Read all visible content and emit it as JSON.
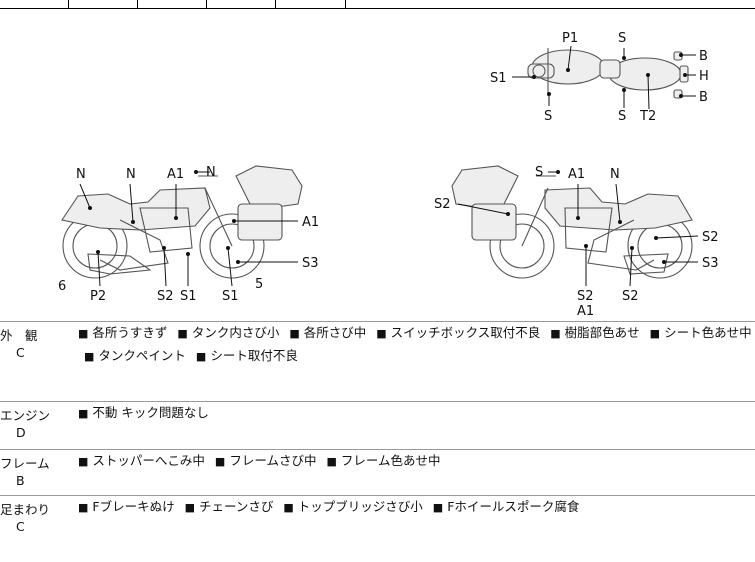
{
  "diagram": {
    "top_view": {
      "labels": [
        "P1",
        "S",
        "S1",
        "S",
        "S",
        "T2",
        "B",
        "H",
        "B"
      ]
    },
    "left_view": {
      "labels": [
        "N",
        "N",
        "A1",
        "N",
        "A1",
        "S3",
        "6",
        "P2",
        "S2",
        "S1",
        "S1",
        "5"
      ]
    },
    "right_view": {
      "labels": [
        "S",
        "A1",
        "N",
        "S2",
        "S2",
        "S3",
        "S2",
        "A1",
        "S2"
      ]
    }
  },
  "sections": [
    {
      "name": "外　観",
      "grade": "C",
      "items": [
        "各所うすきず",
        "タンク内さび小",
        "各所さび中",
        "スイッチボックス取付不良",
        "樹脂部色あせ",
        "シート色あせ中",
        "タンクペイント",
        "シート取付不良"
      ]
    },
    {
      "name": "エンジン",
      "grade": "D",
      "items": [
        "不動 キック問題なし"
      ]
    },
    {
      "name": "フレーム",
      "grade": "B",
      "items": [
        "ストッパーへこみ中",
        "フレームさび中",
        "フレーム色あせ中"
      ]
    },
    {
      "name": "足まわり",
      "grade": "C",
      "items": [
        "Fブレーキぬけ",
        "チェーンさび",
        "トップブリッジさび小",
        "Fホイールスポーク腐食"
      ]
    }
  ],
  "bullet": "■"
}
